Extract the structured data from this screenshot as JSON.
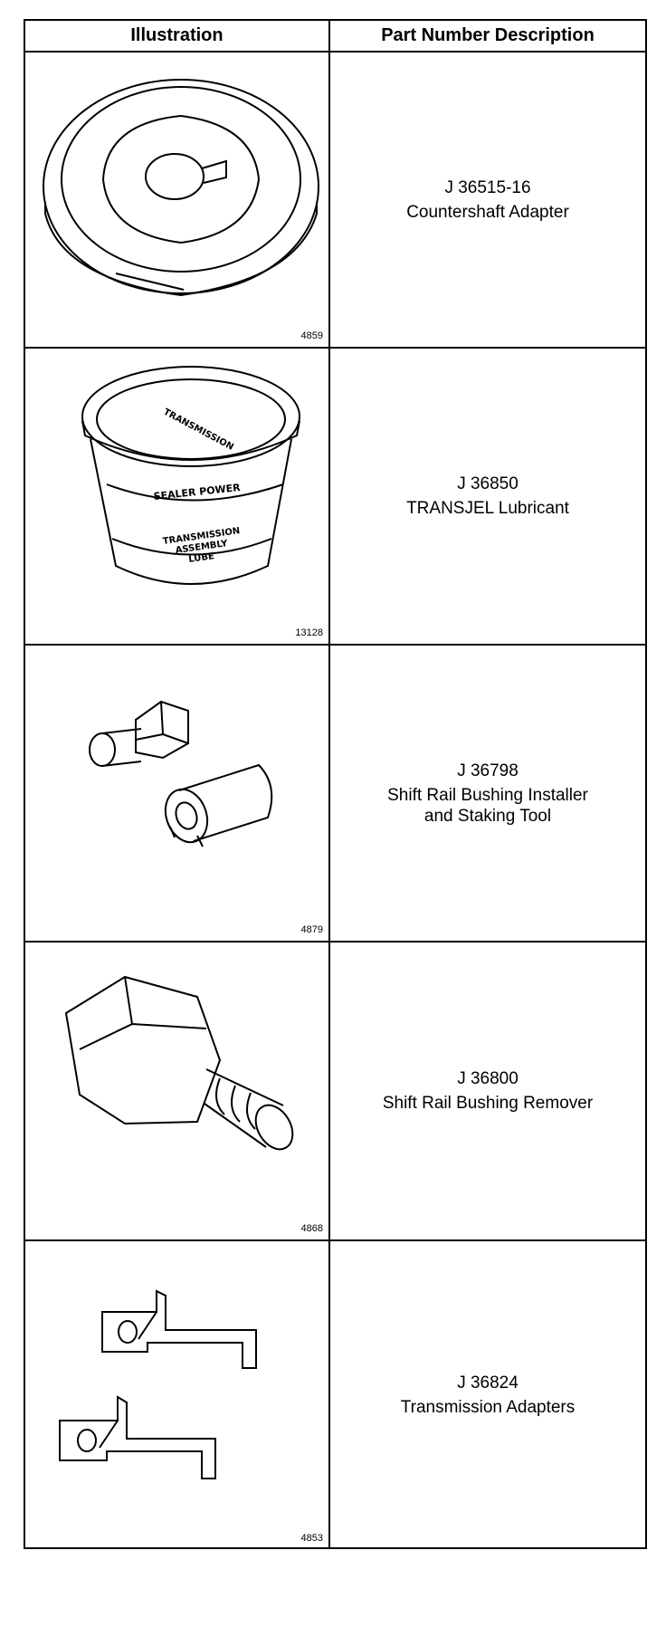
{
  "header": {
    "illustration": "Illustration",
    "part_desc": "Part Number Description"
  },
  "rows": [
    {
      "fig": "4859",
      "part_number": "J 36515-16",
      "description": "Countershaft Adapter"
    },
    {
      "fig": "13128",
      "part_number": "J 36850",
      "description": "TRANSJEL Lubricant",
      "label_text": [
        "SEALER POWER",
        "TRANSMISSION",
        "ASSEMBLY",
        "LUBE"
      ]
    },
    {
      "fig": "4879",
      "part_number": "J 36798",
      "description": "Shift Rail Bushing Installer\nand Staking Tool"
    },
    {
      "fig": "4868",
      "part_number": "J 36800",
      "description": "Shift Rail Bushing Remover"
    },
    {
      "fig": "4853",
      "part_number": "J 36824",
      "description": "Transmission Adapters"
    }
  ]
}
